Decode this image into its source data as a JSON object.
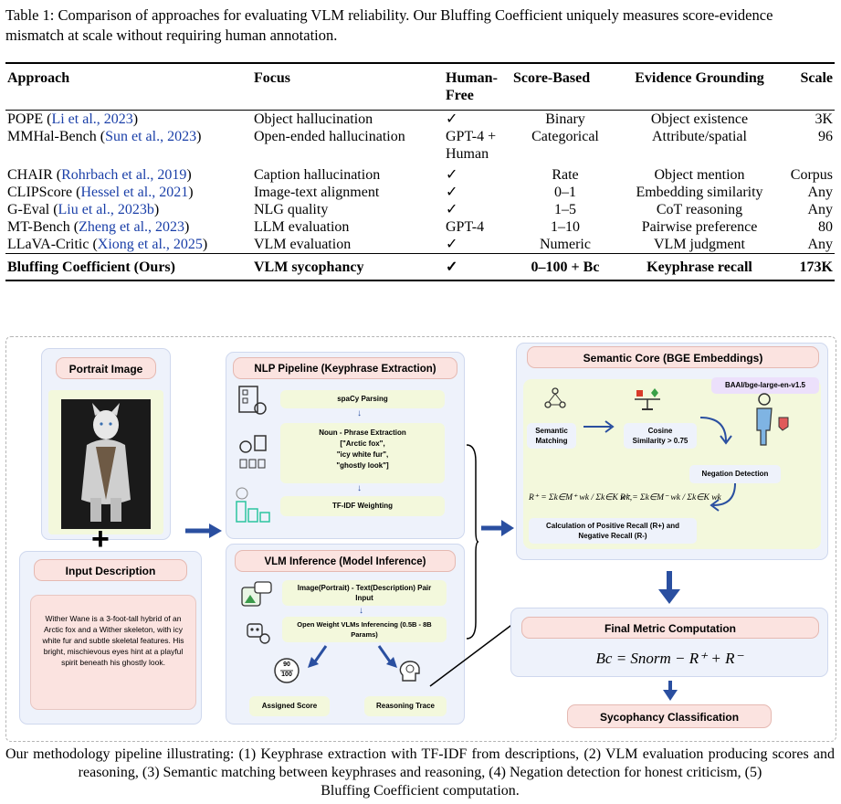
{
  "caption_top": "Table 1: Comparison of approaches for evaluating VLM reliability. Our Bluffing Coefficient uniquely measures score-evidence mismatch at scale without requiring human annotation.",
  "table": {
    "headers": [
      "Approach",
      "Focus",
      "Human-Free",
      "Score-Based",
      "Evidence Grounding",
      "Scale"
    ],
    "rows": [
      {
        "name": "POPE",
        "cite": "Li et al., 2023",
        "focus": "Object hallucination",
        "human": "✓",
        "score": "Binary",
        "evidence": "Object existence",
        "scale": "3K"
      },
      {
        "name": "MMHal-Bench",
        "cite": "Sun et al., 2023",
        "focus": "Open-ended hallucination",
        "human": "GPT-4 + Human",
        "score": "Categorical",
        "evidence": "Attribute/spatial",
        "scale": "96"
      },
      {
        "name": "CHAIR",
        "cite": "Rohrbach et al., 2019",
        "focus": "Caption hallucination",
        "human": "✓",
        "score": "Rate",
        "evidence": "Object mention",
        "scale": "Corpus"
      },
      {
        "name": "CLIPScore",
        "cite": "Hessel et al., 2021",
        "focus": "Image-text alignment",
        "human": "✓",
        "score": "0–1",
        "evidence": "Embedding similarity",
        "scale": "Any"
      },
      {
        "name": "G-Eval",
        "cite": "Liu et al., 2023b",
        "focus": "NLG quality",
        "human": "✓",
        "score": "1–5",
        "evidence": "CoT reasoning",
        "scale": "Any"
      },
      {
        "name": "MT-Bench",
        "cite": "Zheng et al., 2023",
        "focus": "LLM evaluation",
        "human": "GPT-4",
        "score": "1–10",
        "evidence": "Pairwise preference",
        "scale": "80"
      },
      {
        "name": "LLaVA-Critic",
        "cite": "Xiong et al., 2025",
        "focus": "VLM evaluation",
        "human": "✓",
        "score": "Numeric",
        "evidence": "VLM judgment",
        "scale": "Any"
      }
    ],
    "ours": {
      "name": "Bluffing Coefficient (Ours)",
      "focus": "VLM sycophancy",
      "human": "✓",
      "score": "0–100 + Bc",
      "evidence": "Keyphrase recall",
      "scale": "173K"
    }
  },
  "figure": {
    "portrait_title": "Portrait Image",
    "input_title": "Input Description",
    "input_text": "Wither Wane is a 3-foot-tall hybrid of an Arctic fox and a Wither skeleton, with icy white fur and subtle skeletal features. His bright, mischievous eyes hint at a playful spirit beneath his ghostly look.",
    "plus": "+",
    "nlp_title": "NLP Pipeline (Keyphrase Extraction)",
    "nlp_steps": {
      "s1": "spaCy Parsing",
      "s2a": "Noun - Phrase Extraction",
      "s2b": "[\"Arctic fox\",",
      "s2c": "\"icy white fur\",",
      "s2d": "\"ghostly look\"]",
      "s3": "TF-IDF Weighting"
    },
    "down_arrow": "↓",
    "vlm_title": "VLM Inference (Model Inference)",
    "vlm_steps": {
      "s1a": "Image(Portrait) - Text(Description) Pair",
      "s1b": "Input",
      "s2a": "Open Weight VLMs Inferencing (0.5B - 8B",
      "s2b": "Params)"
    },
    "score_num": "90",
    "score_den": "100",
    "assigned_score": "Assigned Score",
    "reasoning_trace": "Reasoning Trace",
    "semantic_title": "Semantic Core (BGE Embeddings)",
    "model_tag": "BAAI/bge-large-en-v1.5",
    "semantic_matching_a": "Semantic",
    "semantic_matching_b": "Matching",
    "cosine_a": "Cosine",
    "cosine_b": "Similarity > 0.75",
    "negation": "Negation Detection",
    "formula_r_plus": "R⁺ = Σk∈M⁺ wk / Σk∈K wk,",
    "formula_r_minus": "R⁻ = Σk∈M⁻ wk / Σk∈K wk",
    "recall_a": "Calculation of Positive Recall (R+) and",
    "recall_b": "Negative Recall (R-)",
    "final_title": "Final Metric Computation",
    "final_formula": "Bc = Snorm − R⁺ + R⁻",
    "sycophancy": "Sycophancy Classification",
    "colors": {
      "blue_arrow": "#2a4fa0",
      "pink": "#fbe3e0",
      "panel": "#eef2fb",
      "green": "#f3f8dc",
      "lavender": "#ece0fb"
    }
  },
  "caption_bottom_a": "Our methodology pipeline illustrating: (1) Keyphrase extraction with TF-IDF from descriptions, (2) VLM evaluation producing scores and reasoning, (3) Semantic matching between keyphrases and reasoning, (4) Negation detection for honest criticism, (5)",
  "caption_bottom_b": "Bluffing Coefficient computation."
}
